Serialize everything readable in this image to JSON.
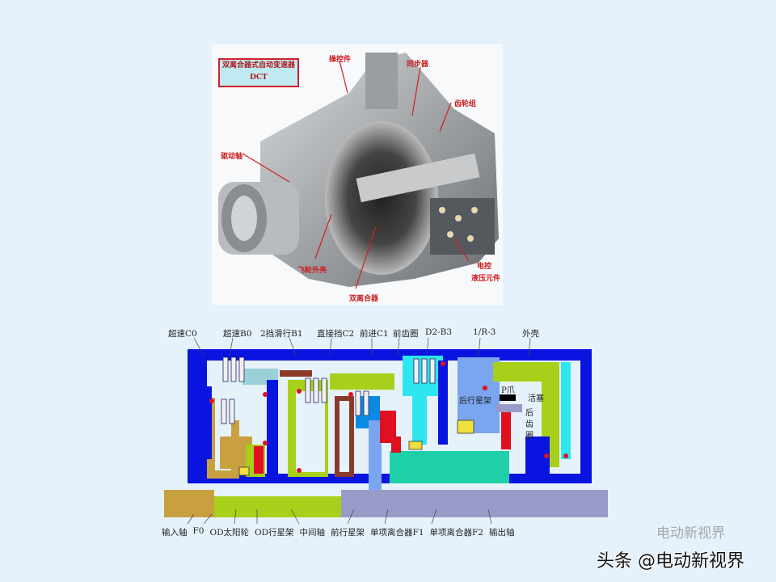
{
  "photo": {
    "title_line1": "双离合器式自动变速器",
    "title_line2": "DCT",
    "labels": [
      "操控件",
      "同步器",
      "齿轮组",
      "驱动轴",
      "飞轮外壳",
      "双离合器",
      "电控",
      "液压元件"
    ]
  },
  "schematic": {
    "top_labels": [
      "超速C0",
      "超速B0",
      "2挡滑行B1",
      "直接挡C2",
      "前进C1",
      "前齿圈",
      "D2-B3",
      "1/R-3",
      "外壳"
    ],
    "bottom_labels": [
      "输入轴",
      "F0",
      "OD太阳轮",
      "OD行星架",
      "中间轴",
      "前行星架",
      "单项离合器F1",
      "单项离合器F2",
      "输出轴"
    ],
    "inner_labels": [
      "后行星架",
      "P爪",
      "活塞",
      "后",
      "齿",
      "圈"
    ]
  },
  "watermark": {
    "text": "头条 @电动新视界",
    "ghost": "电动新视界"
  },
  "colors": {
    "housing": "#0a14e0",
    "background": "#e6f2fb",
    "green": "#a8d01a",
    "cyan": "#2ee6f0",
    "lavender": "#9a9ac8",
    "tan": "#c8a040",
    "red": "#e01020",
    "teal": "#1ed0a8",
    "accent_blue": "#7aa6f0"
  }
}
